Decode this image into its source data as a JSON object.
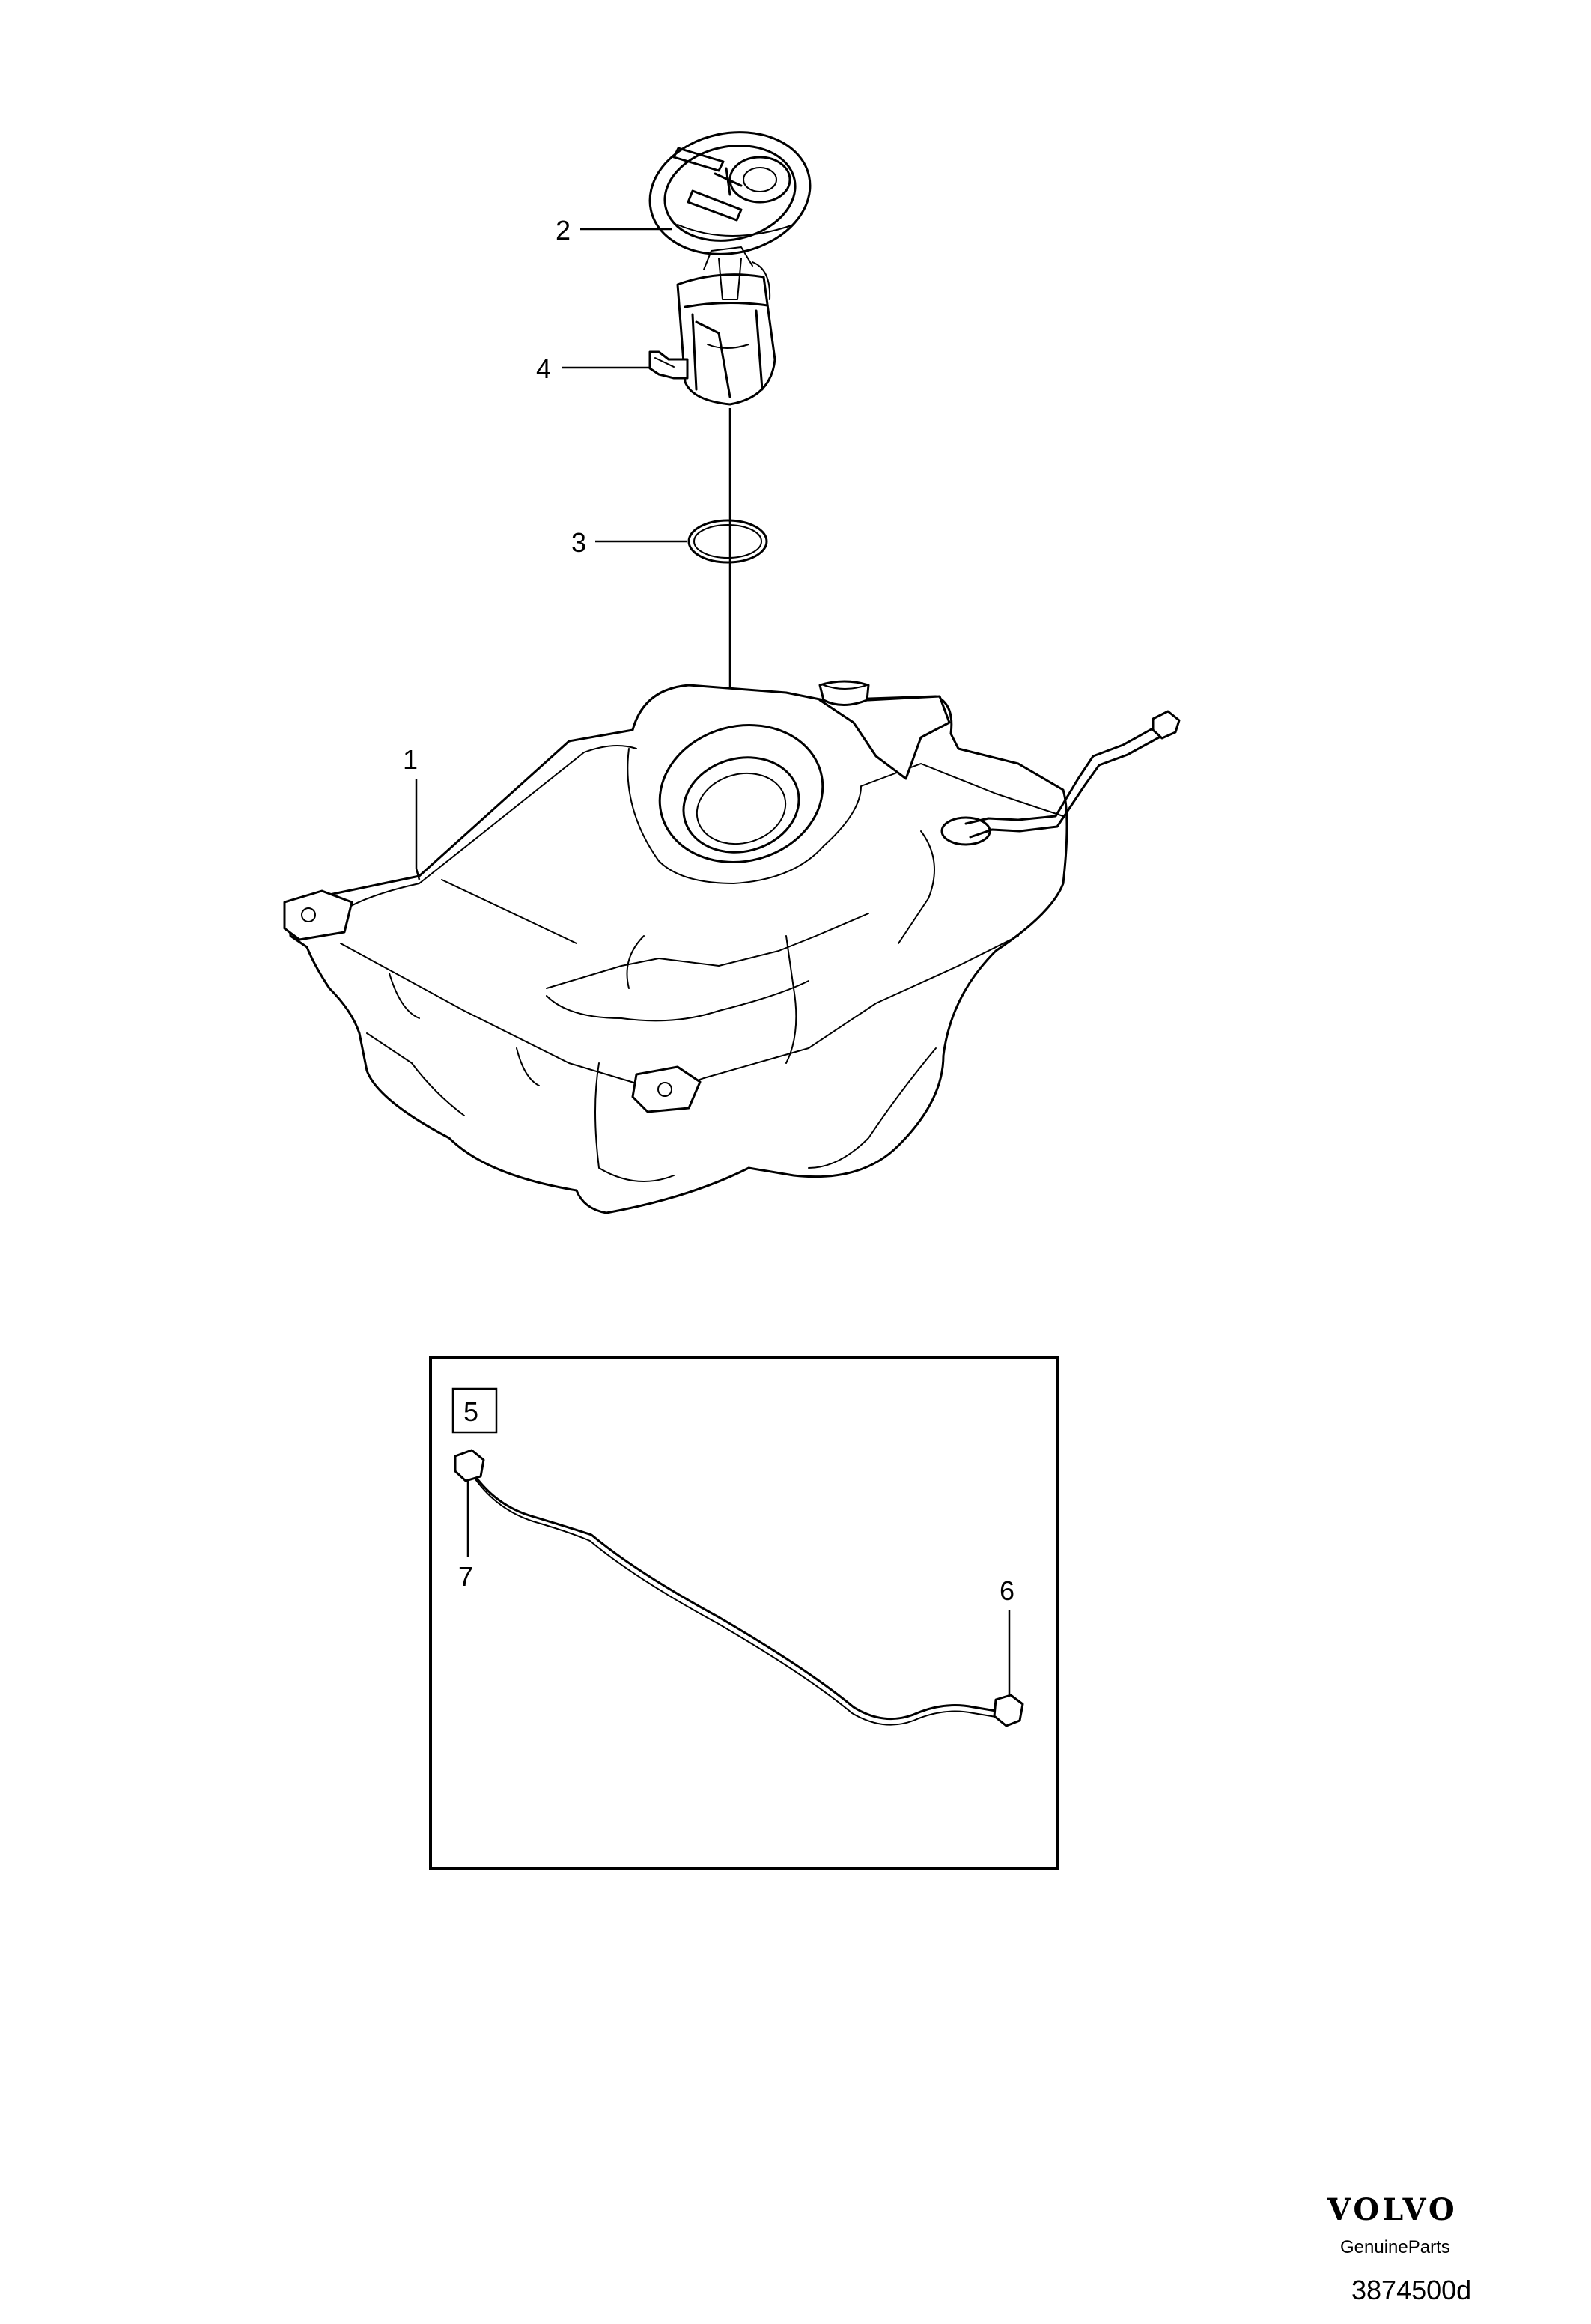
{
  "diagram": {
    "callouts": [
      {
        "id": "1",
        "label": "1"
      },
      {
        "id": "2",
        "label": "2"
      },
      {
        "id": "3",
        "label": "3"
      },
      {
        "id": "4",
        "label": "4"
      },
      {
        "id": "5",
        "label": "5"
      },
      {
        "id": "6",
        "label": "6"
      },
      {
        "id": "7",
        "label": "7"
      }
    ]
  },
  "footer": {
    "brand": "VOLVO",
    "tagline": "GenuineParts",
    "reference": "3874500d"
  }
}
